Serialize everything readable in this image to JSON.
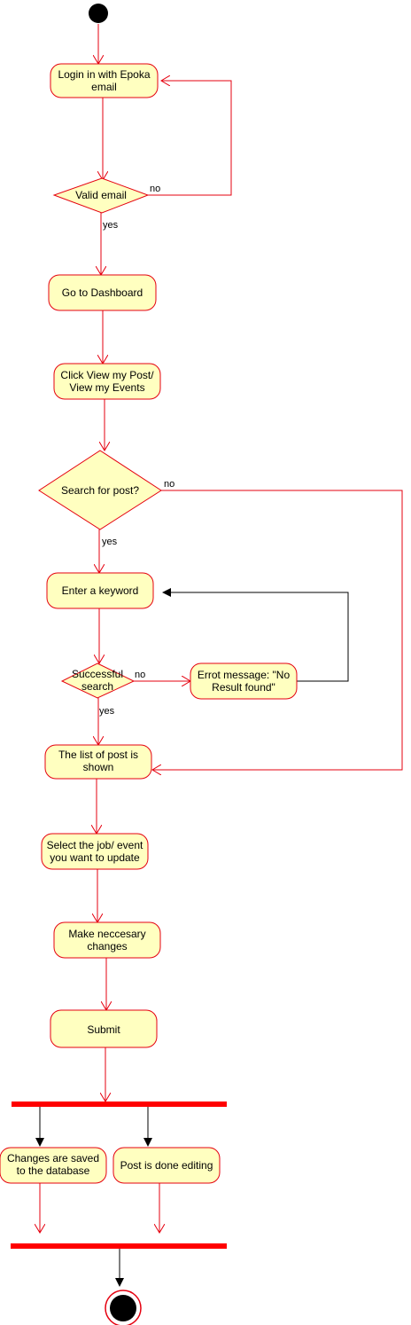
{
  "colors": {
    "node_fill": "#FFFFC0",
    "node_stroke": "#E5000F",
    "flow_red": "#E5000F",
    "flow_black": "#000000",
    "fork_bar": "#FF0000"
  },
  "nodes": {
    "login": [
      "Login in with Epoka",
      "email"
    ],
    "valid_email": [
      "Valid email"
    ],
    "dashboard": [
      "Go to Dashboard"
    ],
    "view_posts": [
      "Click View my Post/",
      "View my Events"
    ],
    "search_decision": [
      "Search for post?"
    ],
    "enter_keyword": [
      "Enter a keyword"
    ],
    "successful_search": [
      "Successful",
      "search"
    ],
    "error_message": [
      "Errot message: \"No",
      "Result found\""
    ],
    "post_list": [
      "The list of post is",
      "shown"
    ],
    "select_item": [
      "Select the job/ event",
      "you want to update"
    ],
    "make_changes": [
      "Make neccesary",
      "changes"
    ],
    "submit": [
      "Submit"
    ],
    "changes_saved": [
      "Changes are saved",
      "to the database"
    ],
    "post_done": [
      "Post is done editing"
    ]
  },
  "edge_labels": {
    "valid_no": "no",
    "valid_yes": "yes",
    "search_no": "no",
    "search_yes": "yes",
    "success_no": "no",
    "success_yes": "yes"
  }
}
